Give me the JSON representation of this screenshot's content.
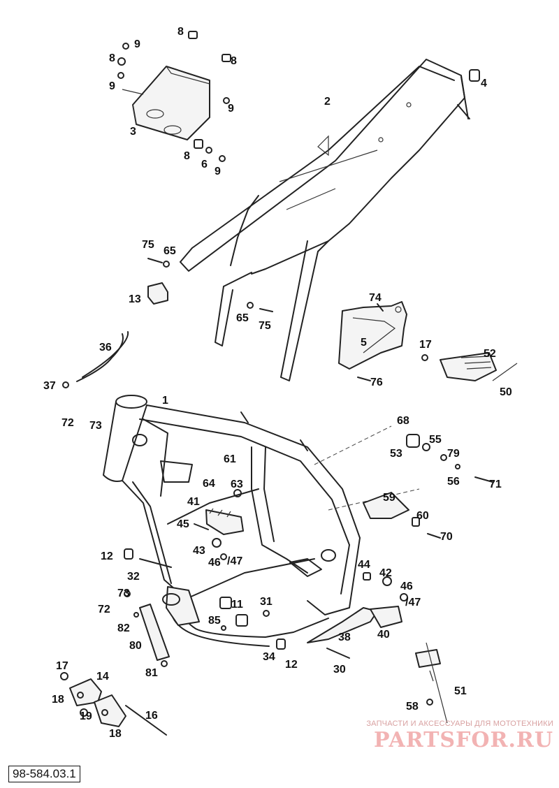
{
  "drawing_number": "98-584.03.1",
  "watermark": {
    "tagline": "ЗАПЧАСТИ И АКСЕССУАРЫ ДЛЯ МОТОТЕХНИКИ",
    "brand": "PARTSFOR.RU"
  },
  "callouts": [
    {
      "id": "c-8a",
      "text": "8"
    },
    {
      "id": "c-9a",
      "text": "9"
    },
    {
      "id": "c-8b",
      "text": "8"
    },
    {
      "id": "c-8c",
      "text": "8"
    },
    {
      "id": "c-9b",
      "text": "9"
    },
    {
      "id": "c-9c",
      "text": "9"
    },
    {
      "id": "c-3",
      "text": "3"
    },
    {
      "id": "c-8d",
      "text": "8"
    },
    {
      "id": "c-6",
      "text": "6"
    },
    {
      "id": "c-9d",
      "text": "9"
    },
    {
      "id": "c-2",
      "text": "2"
    },
    {
      "id": "c-4",
      "text": "4"
    },
    {
      "id": "c-75a",
      "text": "75"
    },
    {
      "id": "c-65a",
      "text": "65"
    },
    {
      "id": "c-13",
      "text": "13"
    },
    {
      "id": "c-65b",
      "text": "65"
    },
    {
      "id": "c-75b",
      "text": "75"
    },
    {
      "id": "c-74",
      "text": "74"
    },
    {
      "id": "c-5",
      "text": "5"
    },
    {
      "id": "c-17a",
      "text": "17"
    },
    {
      "id": "c-52",
      "text": "52"
    },
    {
      "id": "c-76",
      "text": "76"
    },
    {
      "id": "c-50",
      "text": "50"
    },
    {
      "id": "c-36",
      "text": "36"
    },
    {
      "id": "c-37",
      "text": "37"
    },
    {
      "id": "c-1",
      "text": "1"
    },
    {
      "id": "c-72a",
      "text": "72"
    },
    {
      "id": "c-73a",
      "text": "73"
    },
    {
      "id": "c-68",
      "text": "68"
    },
    {
      "id": "c-55",
      "text": "55"
    },
    {
      "id": "c-53",
      "text": "53"
    },
    {
      "id": "c-79",
      "text": "79"
    },
    {
      "id": "c-61",
      "text": "61"
    },
    {
      "id": "c-56",
      "text": "56"
    },
    {
      "id": "c-71",
      "text": "71"
    },
    {
      "id": "c-64",
      "text": "64"
    },
    {
      "id": "c-63",
      "text": "63"
    },
    {
      "id": "c-41",
      "text": "41"
    },
    {
      "id": "c-59",
      "text": "59"
    },
    {
      "id": "c-60",
      "text": "60"
    },
    {
      "id": "c-45",
      "text": "45"
    },
    {
      "id": "c-70",
      "text": "70"
    },
    {
      "id": "c-43",
      "text": "43"
    },
    {
      "id": "c-46a",
      "text": "46"
    },
    {
      "id": "c-47a",
      "text": "/47"
    },
    {
      "id": "c-12a",
      "text": "12"
    },
    {
      "id": "c-44",
      "text": "44"
    },
    {
      "id": "c-42",
      "text": "42"
    },
    {
      "id": "c-32",
      "text": "32"
    },
    {
      "id": "c-46b",
      "text": "46"
    },
    {
      "id": "c-47b",
      "text": "/47"
    },
    {
      "id": "c-73b",
      "text": "73"
    },
    {
      "id": "c-72b",
      "text": "72"
    },
    {
      "id": "c-11",
      "text": "11"
    },
    {
      "id": "c-31",
      "text": "31"
    },
    {
      "id": "c-85",
      "text": "85"
    },
    {
      "id": "c-82",
      "text": "82"
    },
    {
      "id": "c-38",
      "text": "38"
    },
    {
      "id": "c-40",
      "text": "40"
    },
    {
      "id": "c-80",
      "text": "80"
    },
    {
      "id": "c-34",
      "text": "34"
    },
    {
      "id": "c-12b",
      "text": "12"
    },
    {
      "id": "c-30",
      "text": "30"
    },
    {
      "id": "c-81",
      "text": "81"
    },
    {
      "id": "c-17b",
      "text": "17"
    },
    {
      "id": "c-14",
      "text": "14"
    },
    {
      "id": "c-51",
      "text": "51"
    },
    {
      "id": "c-18a",
      "text": "18"
    },
    {
      "id": "c-16",
      "text": "16"
    },
    {
      "id": "c-19",
      "text": "19"
    },
    {
      "id": "c-58",
      "text": "58"
    },
    {
      "id": "c-18b",
      "text": "18"
    }
  ]
}
